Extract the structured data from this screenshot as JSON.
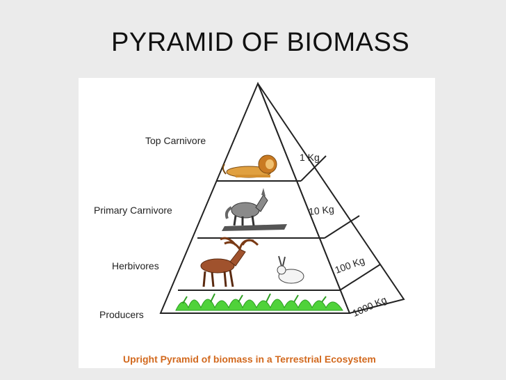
{
  "slide": {
    "title": "PYRAMID OF BIOMASS"
  },
  "diagram": {
    "levels": [
      {
        "name": "Top Carnivore",
        "biomass": "1 Kg",
        "icon": "lion-icon"
      },
      {
        "name": "Primary Carnivore",
        "biomass": "10 Kg",
        "icon": "wolf-icon"
      },
      {
        "name": "Herbivores",
        "biomass": "100 Kg",
        "icon": "deer-and-rabbit-icon"
      },
      {
        "name": "Producers",
        "biomass": "1000 Kg",
        "icon": "grass-icon"
      }
    ],
    "caption": "Upright Pyramid of biomass in a Terrestrial Ecosystem",
    "colors": {
      "caption": "#d2691e",
      "grass": "#4fd23a",
      "lion": "#e0a040",
      "deer": "#a0522d",
      "wolf": "#8a8a8a"
    }
  }
}
